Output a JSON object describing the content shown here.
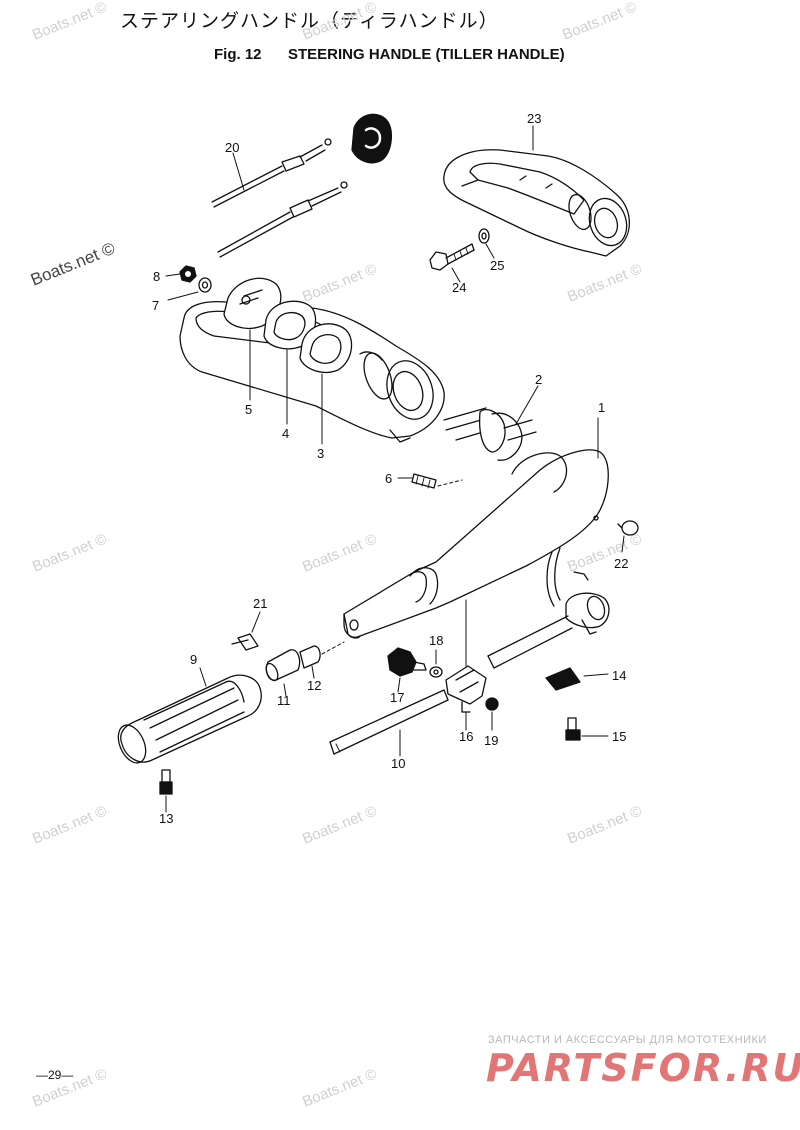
{
  "header": {
    "japanese_title": "ステアリングハンドル（ティラハンドル）",
    "figure_label": "Fig. 12",
    "english_title": "STEERING HANDLE (TILLER HANDLE)"
  },
  "watermarks": {
    "text": "Boats.net ©"
  },
  "callouts": {
    "c1": "1",
    "c2": "2",
    "c3": "3",
    "c4": "4",
    "c5": "5",
    "c6": "6",
    "c7": "7",
    "c8": "8",
    "c9": "9",
    "c10": "10",
    "c11": "11",
    "c12": "12",
    "c13": "13",
    "c14": "14",
    "c15": "15",
    "c16": "16",
    "c17": "17",
    "c18": "18",
    "c19": "19",
    "c20": "20",
    "c21": "21",
    "c22": "22",
    "c23": "23",
    "c24": "24",
    "c25": "25"
  },
  "footer": {
    "page_number": "—29—",
    "ru_caption": "ЗАПЧАСТИ И АКСЕССУАРЫ ДЛЯ МОТОТЕХНИКИ",
    "logo": "PARTSFOR.RU"
  },
  "colors": {
    "line": "#111111",
    "watermark": "#d0d0d0",
    "logo": "#e27676"
  }
}
